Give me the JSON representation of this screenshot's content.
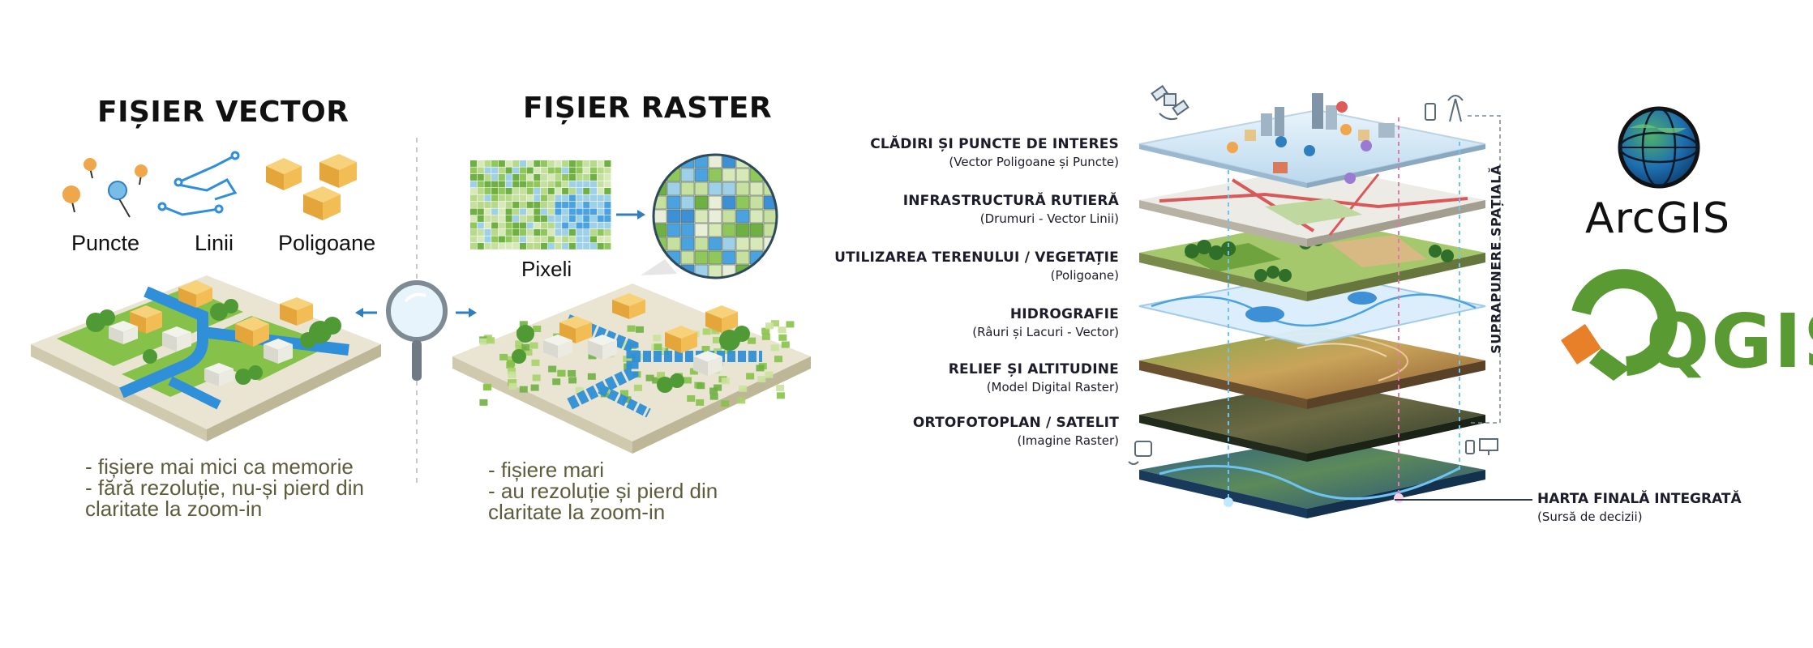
{
  "left": {
    "vector_title": "FIȘIER VECTOR",
    "raster_title": "FIȘIER RASTER",
    "vector_types": [
      "Puncte",
      "Linii",
      "Poligoane"
    ],
    "pixel_label": "Pixeli",
    "vector_notes": [
      "- fișiere mai mici ca memorie",
      "- fără rezoluție, nu-și pierd din",
      "claritate la zoom-in"
    ],
    "raster_notes": [
      "- fișiere mari",
      "- au rezoluție și pierd din",
      "claritate la zoom-in"
    ]
  },
  "layers": [
    {
      "title": "CLĂDIRI ȘI PUNCTE DE INTERES",
      "subtitle": "(Vector Poligoane și Puncte)"
    },
    {
      "title": "INFRASTRUCTURĂ RUTIERĂ",
      "subtitle": "(Drumuri - Vector Linii)"
    },
    {
      "title": "UTILIZAREA TERENULUI / VEGETAȚIE",
      "subtitle": "(Poligoane)"
    },
    {
      "title": "HIDROGRAFIE",
      "subtitle": "(Râuri și Lacuri - Vector)"
    },
    {
      "title": "RELIEF ȘI ALTITUDINE",
      "subtitle": "(Model Digital Raster)"
    },
    {
      "title": "ORTOFOTOPLAN / SATELIT",
      "subtitle": "(Imagine Raster)"
    }
  ],
  "final_layer": {
    "title": "HARTA FINALĂ INTEGRATĂ",
    "subtitle": "(Sursă de decizii)"
  },
  "vertical_label": "SUPRAPUNERE SPAȚIALĂ",
  "logos": {
    "arcgis": "ArcGIS",
    "qgis": "QGIS"
  },
  "colors": {
    "water": "#2f8fd8",
    "grass": "#7fbf3f",
    "building": "#f2b544",
    "qgis_green": "#5a9a33",
    "qgis_orange": "#e8802a"
  }
}
